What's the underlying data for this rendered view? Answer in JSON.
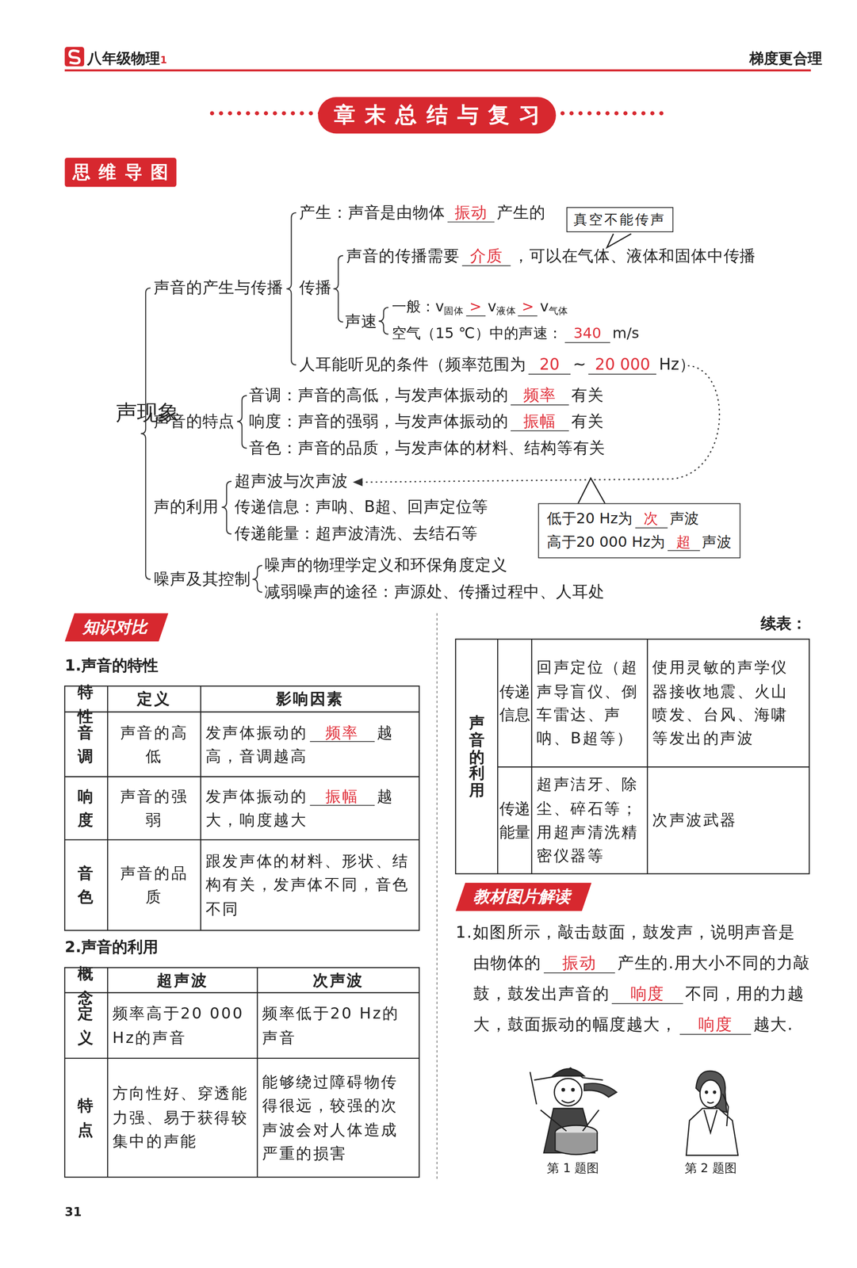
{
  "diagram": {
    "title": "章末总结与复习",
    "nodes": [
      {
        "text": [
          "思维导图"
        ]
      },
      {
        "text": [
          "真空不能传声"
        ]
      },
      {
        "text": [
          "低于20 Hz为",
          "次",
          "声波",
          "高于20 000 Hz为",
          "超",
          "声波"
        ]
      },
      {
        "text": [
          "知识对比"
        ]
      },
      {
        "text": [
          "教材图片解读"
        ]
      }
    ],
    "labels": [
      "八年级物理",
      "1",
      "梯度更合理",
      "产生：声音是由物体",
      "振动",
      "产生的",
      "声音的传播需要",
      "介质",
      "，可以在气体、液体和固体中传播",
      "声音的产生与传播",
      "传播",
      "一般：v",
      "固体",
      ">",
      "v",
      "液体",
      ">",
      "v",
      "气体",
      "声速",
      "空气（15 ℃）中的声速：",
      "340",
      "m/s",
      "人耳能听见的条件（频率范围为",
      "20",
      "~",
      "20 000",
      "Hz）",
      "声现象",
      "音调：声音的高低，与发声体振动的",
      "频率",
      "有关",
      "声音的特点",
      "响度：声音的强弱，与发声体振动的",
      "振幅",
      "有关",
      "音色：声音的品质，与发声体的材料、结构等有关",
      "超声波与次声波",
      "声的利用",
      "传递信息：声呐、B超、回声定位等",
      "传递能量：超声波清洗、去结石等",
      "噪声的物理学定义和环保角度定义",
      "噪声及其控制",
      "减弱噪声的途径：声源处、传播过程中、人耳处",
      "1.声音的特性",
      "特性",
      "定义",
      "影响因素",
      "音调",
      "声音的高低",
      "发声体振动的",
      "频率",
      "越高，音调越高",
      "响度",
      "声音的强弱",
      "发声体振动的",
      "振幅",
      "越大，响度越大",
      "音色",
      "声音的品质",
      "跟发声体的材料、形状、结构有关，发声体不同，音色不同",
      "2.声音的利用",
      "概念",
      "超声波",
      "次声波",
      "定义",
      "频率高于20 000 Hz的声音",
      "频率低于20 Hz的声音",
      "特点",
      "方向性好、穿透能力强、易于获得较集中的声能",
      "能够绕过障碍物传得很远，较强的次声波会对人体造成严重的损害",
      "续表：",
      "声音的利用",
      "传递信息",
      "回声定位（超声导盲仪、倒车雷达、声呐、B超等）",
      "使用灵敏的声学仪器接收地震、火山喷发、台风、海啸等发出的声波",
      "传递能量",
      "超声洁牙、除尘、碎石等；用超声清洗精密仪器等",
      "次声波武器",
      "1.如图所示，敲击鼓面，鼓发声，说明声音是由物体的",
      "振动",
      "产生的.用大小不同的力敲鼓，鼓发出声音的",
      "响度",
      "不同，用的力越大，鼓面振动的幅度越大，",
      "响度",
      "越大.",
      "第 1 题图",
      "第 2 题图",
      "31"
    ]
  }
}
